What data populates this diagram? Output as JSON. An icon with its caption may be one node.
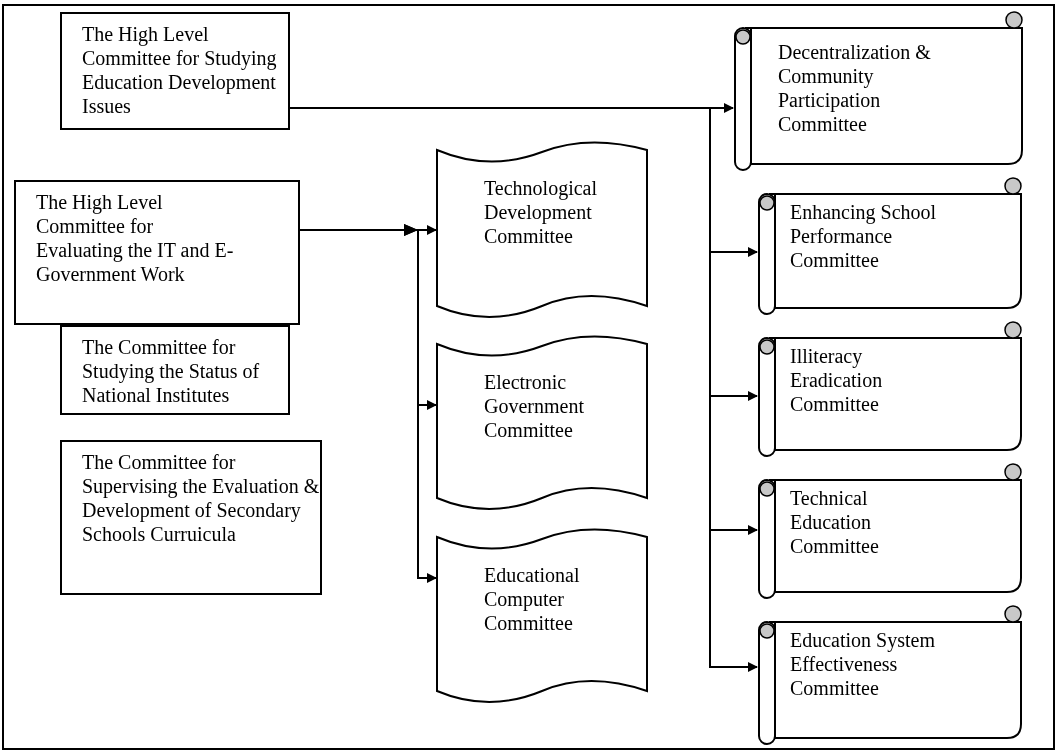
{
  "diagram": {
    "nodes": [
      {
        "text": [
          "The High Level Committee for Studying Education Development Issues"
        ]
      },
      {
        "text": [
          "The High Level Committee for Evaluating the IT and E-Government Work"
        ]
      },
      {
        "text": [
          "The Committee for Studying the Status of National Institutes"
        ]
      },
      {
        "text": [
          "The Committee for Supervising the Evaluation & Development of Secondary Schools Curruicula"
        ]
      },
      {
        "text": [
          "Technological Development Committee"
        ]
      },
      {
        "text": [
          "Electronic Government Committee"
        ]
      },
      {
        "text": [
          "Educational Computer Committee"
        ]
      },
      {
        "text": [
          "Decentralization & Community Participation Committee"
        ]
      },
      {
        "text": [
          "Enhancing School Performance Committee"
        ]
      },
      {
        "text": [
          "Illiteracy Eradication Committee"
        ]
      },
      {
        "text": [
          "Technical Education Committee"
        ]
      },
      {
        "text": [
          "Education System Effectiveness Committee"
        ]
      }
    ],
    "edges": [
      {
        "from": 0,
        "to": 7,
        "arrow": "to"
      },
      {
        "from": 0,
        "to": 8,
        "arrow": "to"
      },
      {
        "from": 0,
        "to": 9,
        "arrow": "to"
      },
      {
        "from": 0,
        "to": 10,
        "arrow": "to"
      },
      {
        "from": 0,
        "to": 11,
        "arrow": "to"
      },
      {
        "from": 1,
        "to": 4,
        "arrow": "to"
      },
      {
        "from": 1,
        "to": 5,
        "arrow": "to"
      },
      {
        "from": 1,
        "to": 6,
        "arrow": "to"
      }
    ]
  }
}
